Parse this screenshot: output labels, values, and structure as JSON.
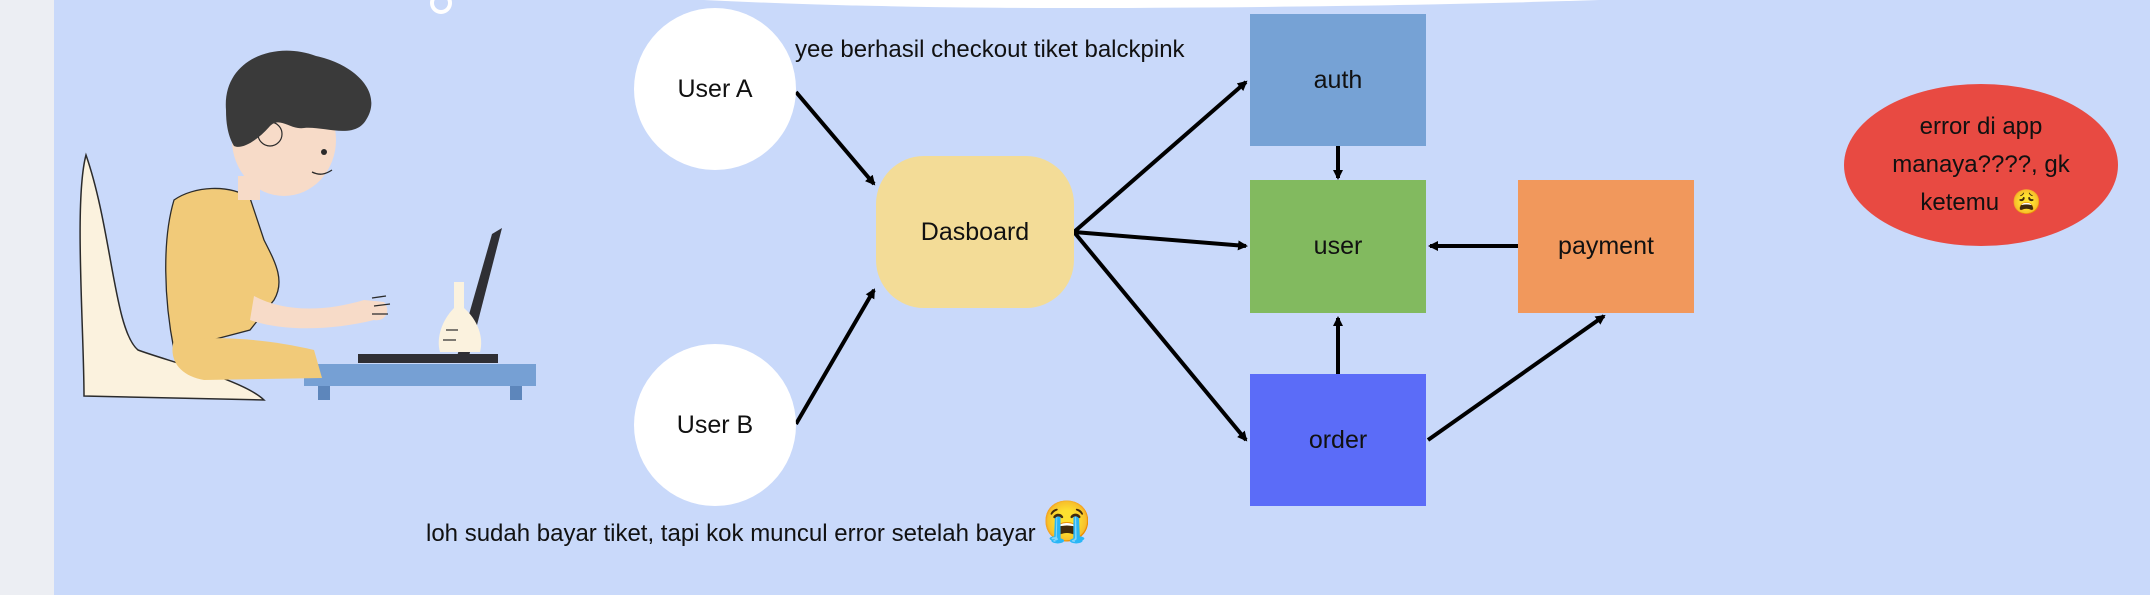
{
  "diagram": {
    "nodes": {
      "user_a": {
        "label": "User A",
        "color": "#ffffff"
      },
      "user_b": {
        "label": "User B",
        "color": "#ffffff"
      },
      "dashboard": {
        "label": "Dasboard",
        "color": "#f3dc97"
      },
      "auth": {
        "label": "auth",
        "color": "#76a2d5"
      },
      "user": {
        "label": "user",
        "color": "#82ba5f"
      },
      "order": {
        "label": "order",
        "color": "#5b6cf8"
      },
      "payment": {
        "label": "payment",
        "color": "#f1985c"
      }
    },
    "notes": {
      "user_a_note": "yee berhasil checkout tiket balckpink",
      "user_b_note": "loh sudah bayar tiket, tapi kok muncul error setelah bayar",
      "error_bubble": "error di app manaya????, gk ketemu",
      "error_bubble_color": "#e84a42"
    },
    "emojis": {
      "crying": "😭",
      "weary": "😩"
    },
    "edges": [
      {
        "from": "User A",
        "to": "Dasboard"
      },
      {
        "from": "User B",
        "to": "Dasboard"
      },
      {
        "from": "Dasboard",
        "to": "auth"
      },
      {
        "from": "Dasboard",
        "to": "user"
      },
      {
        "from": "Dasboard",
        "to": "order"
      },
      {
        "from": "auth",
        "to": "user"
      },
      {
        "from": "order",
        "to": "user"
      },
      {
        "from": "payment",
        "to": "user"
      },
      {
        "from": "order",
        "to": "payment"
      }
    ]
  }
}
